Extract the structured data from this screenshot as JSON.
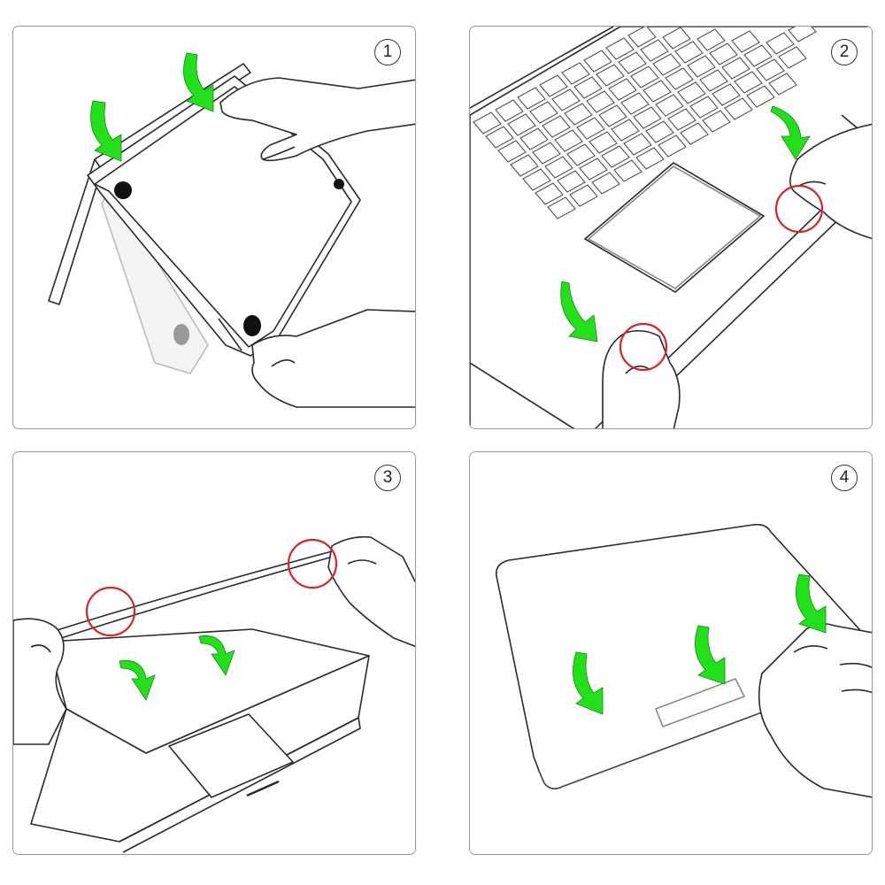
{
  "steps": [
    {
      "number": "1"
    },
    {
      "number": "2"
    },
    {
      "number": "3"
    },
    {
      "number": "4"
    }
  ],
  "colors": {
    "arrow_green": "#22e01a",
    "clip_circle_red": "#d8232a",
    "line_art": "#2a2a2a",
    "panel_border": "#9a9a9a"
  }
}
